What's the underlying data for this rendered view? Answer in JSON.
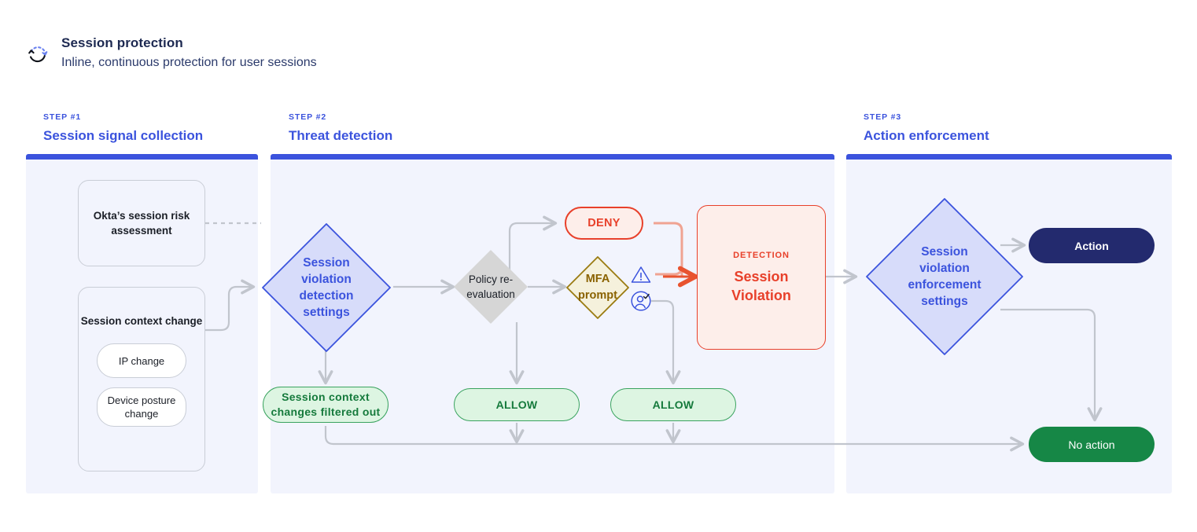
{
  "header": {
    "icon": "session-refresh-icon",
    "title": "Session protection",
    "subtitle": "Inline, continuous protection for user sessions"
  },
  "colors": {
    "brand_blue": "#3b53dd",
    "panel_bg": "#f2f4fd",
    "deny_red": "#e8402a",
    "allow_green": "#157a3c",
    "mfa_gold": "#8a6200",
    "action_navy": "#232a6e",
    "no_action_green": "#168746",
    "wire_grey": "#c9cdd6"
  },
  "steps": [
    {
      "kicker": "STEP #1",
      "title": "Session signal collection",
      "nodes": {
        "risk_card": "Okta’s session risk assessment",
        "context_card": "Session context change",
        "context_items": [
          "IP change",
          "Device posture change"
        ]
      }
    },
    {
      "kicker": "STEP #2",
      "title": "Threat detection",
      "nodes": {
        "detection_diamond": "Session violation detection settings",
        "policy_diamond": "Policy re-evaluation",
        "deny_pill": "DENY",
        "mfa_diamond": "MFA prompt",
        "violation_kicker": "DETECTION",
        "violation_title": "Session Violation",
        "filtered_pill": "Session context changes filtered out",
        "allow_pill_1": "ALLOW",
        "allow_pill_2": "ALLOW",
        "icons": [
          "warning-triangle-icon",
          "user-verified-icon"
        ]
      }
    },
    {
      "kicker": "STEP #3",
      "title": "Action enforcement",
      "nodes": {
        "enforcement_diamond": "Session violation enforcement settings",
        "action_pill": "Action",
        "no_action_pill": "No action"
      }
    }
  ]
}
